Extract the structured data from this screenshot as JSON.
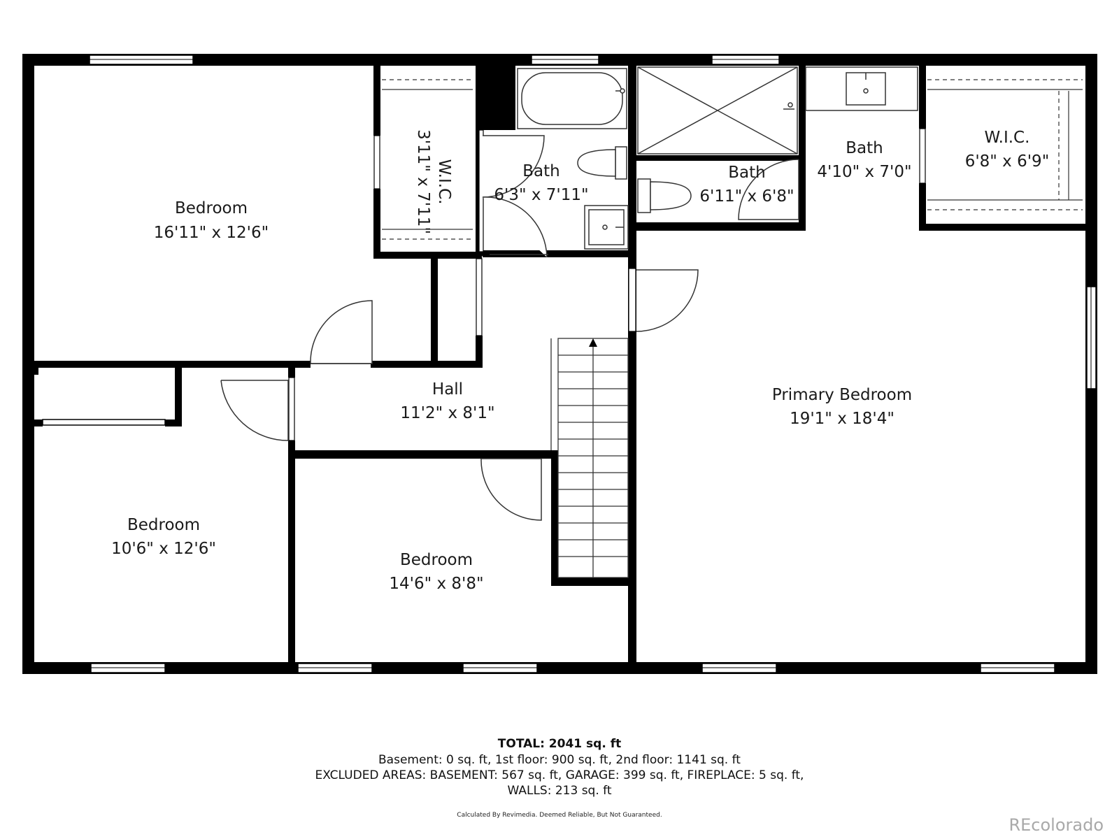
{
  "rooms": [
    {
      "id": "bedroom-nw",
      "name": "Bedroom",
      "dims": "16'11\" x 12'6\""
    },
    {
      "id": "wic-north",
      "name": "W.I.C.",
      "dims": "3'11\" x 7'11\""
    },
    {
      "id": "bath-hall",
      "name": "Bath",
      "dims": "6'3\" x 7'11\""
    },
    {
      "id": "bath-toilet",
      "name": "Bath",
      "dims": "6'11\" x 6'8\""
    },
    {
      "id": "bath-primary",
      "name": "Bath",
      "dims": "4'10\" x 7'0\""
    },
    {
      "id": "wic-primary",
      "name": "W.I.C.",
      "dims": "6'8\" x 6'9\""
    },
    {
      "id": "hall",
      "name": "Hall",
      "dims": "11'2\" x 8'1\""
    },
    {
      "id": "primary-bedroom",
      "name": "Primary Bedroom",
      "dims": "19'1\" x 18'4\""
    },
    {
      "id": "bedroom-sw",
      "name": "Bedroom",
      "dims": "10'6\" x 12'6\""
    },
    {
      "id": "bedroom-south",
      "name": "Bedroom",
      "dims": "14'6\" x 8'8\""
    }
  ],
  "summary": {
    "total": "TOTAL: 2041 sq. ft",
    "floors": "Basement: 0 sq. ft, 1st floor: 900 sq. ft, 2nd floor: 1141 sq. ft",
    "excluded": "EXCLUDED AREAS: BASEMENT: 567 sq. ft, GARAGE: 399 sq. ft, FIREPLACE: 5 sq. ft,",
    "walls": "WALLS: 213 sq. ft"
  },
  "disclaimer": "Calculated By Revimedia. Deemed Reliable, But Not Guaranteed.",
  "brand": "REcolorado",
  "colors": {
    "wall": "#000000",
    "fixture": "#333333",
    "background": "#ffffff",
    "brand": "#a9a9a9"
  }
}
